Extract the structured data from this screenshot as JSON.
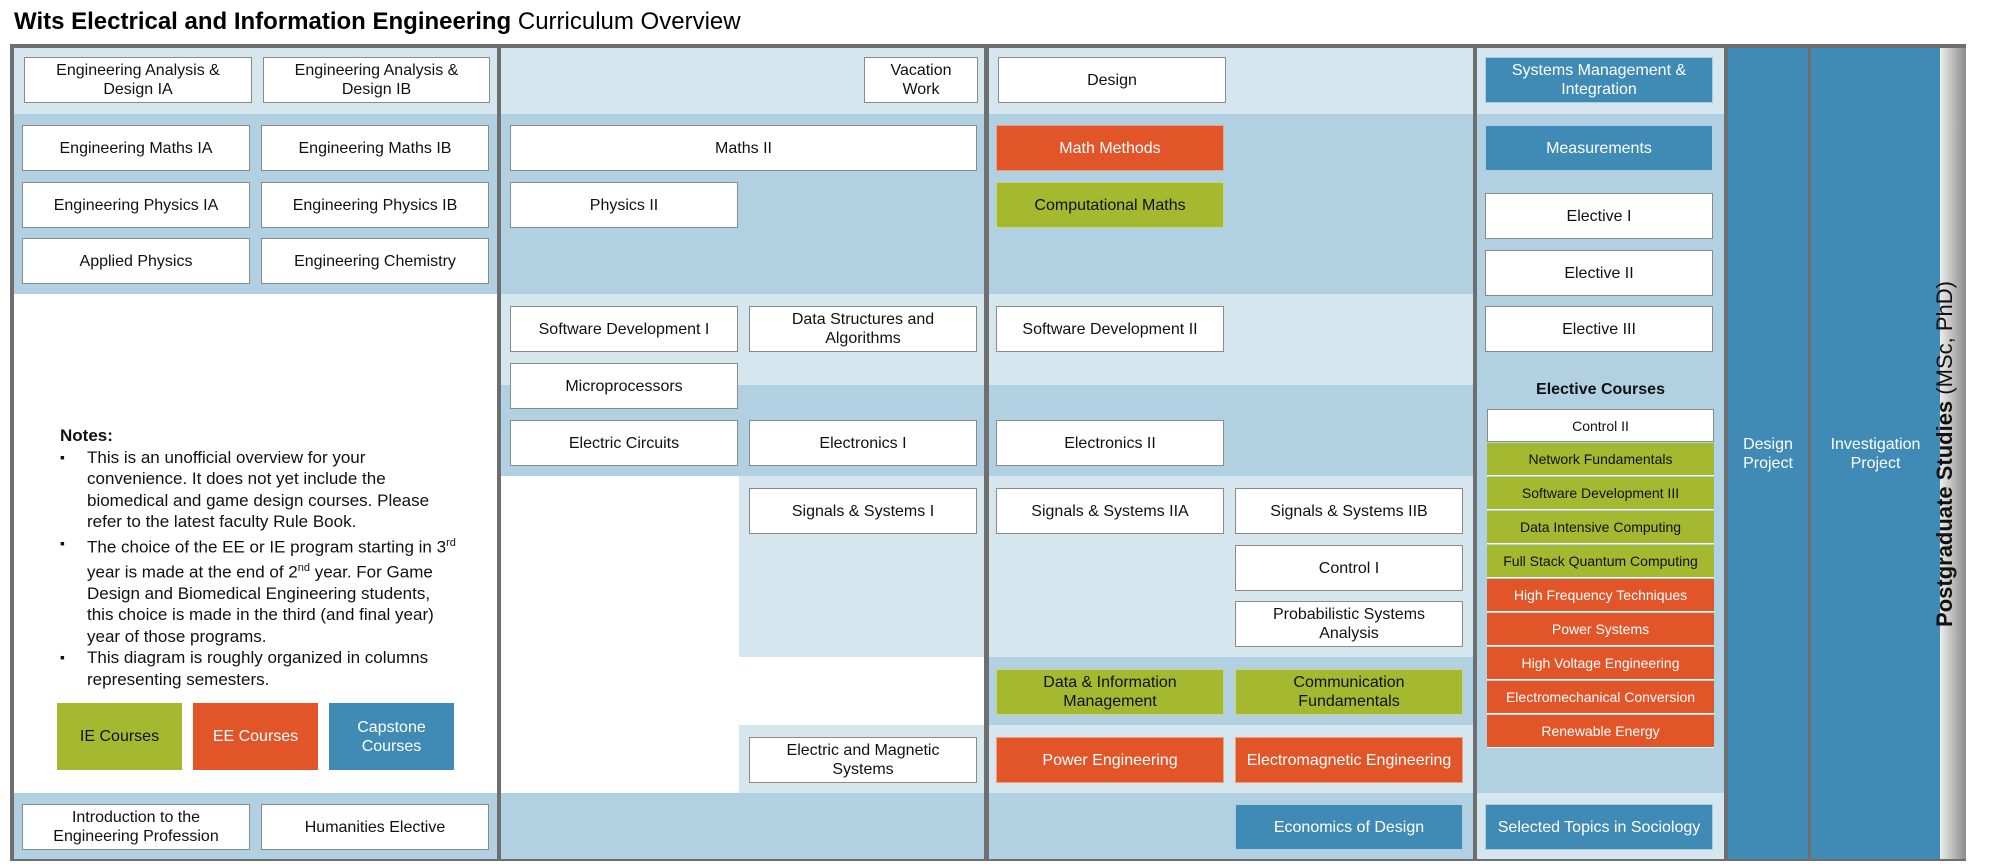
{
  "title": {
    "bold": "Wits Electrical and Information Engineering",
    "rest": "Curriculum Overview"
  },
  "year1": {
    "design_ia": "Engineering Analysis & Design IA",
    "design_ib": "Engineering Analysis & Design IB",
    "maths_ia": "Engineering Maths IA",
    "maths_ib": "Engineering Maths IB",
    "physics_ia": "Engineering Physics IA",
    "physics_ib": "Engineering Physics IB",
    "applied_physics": "Applied Physics",
    "chemistry": "Engineering Chemistry",
    "intro_profession": "Introduction to the Engineering Profession",
    "humanities": "Humanities Elective"
  },
  "year2": {
    "vacation_work": "Vacation Work",
    "maths_ii": "Maths II",
    "physics_ii": "Physics II",
    "software_dev_i": "Software Development I",
    "data_structures": "Data Structures and Algorithms",
    "microprocessors": "Microprocessors",
    "electric_circuits": "Electric Circuits",
    "electronics_i": "Electronics I",
    "signals_i": "Signals & Systems I",
    "electric_magnetic": "Electric and Magnetic Systems"
  },
  "year3": {
    "design": "Design",
    "math_methods": "Math Methods",
    "computational_maths": "Computational Maths",
    "software_dev_ii": "Software Development II",
    "electronics_ii": "Electronics II",
    "signals_iia": "Signals & Systems IIA",
    "signals_iib": "Signals & Systems IIB",
    "control_i": "Control I",
    "prob_systems": "Probabilistic Systems Analysis",
    "data_info_mgmt": "Data & Information Management",
    "comm_fundamentals": "Communication Fundamentals",
    "power_eng": "Power Engineering",
    "em_eng": "Electromagnetic Engineering",
    "economics": "Economics of Design"
  },
  "year4": {
    "systems_mgmt": "Systems Management & Integration",
    "measurements": "Measurements",
    "elective_i": "Elective I",
    "elective_ii": "Elective II",
    "elective_iii": "Elective III",
    "elective_heading": "Elective Courses",
    "electives": [
      {
        "label": "Control II",
        "type": "plain"
      },
      {
        "label": "Network Fundamentals",
        "type": "ie"
      },
      {
        "label": "Software Development III",
        "type": "ie"
      },
      {
        "label": "Data Intensive Computing",
        "type": "ie"
      },
      {
        "label": "Full Stack Quantum Computing",
        "type": "ie"
      },
      {
        "label": "High Frequency Techniques",
        "type": "ee"
      },
      {
        "label": "Power Systems",
        "type": "ee"
      },
      {
        "label": "High Voltage Engineering",
        "type": "ee"
      },
      {
        "label": "Electromechanical Conversion",
        "type": "ee"
      },
      {
        "label": "Renewable Energy",
        "type": "ee"
      }
    ],
    "sociology": "Selected Topics in Sociology",
    "design_project": "Design Project",
    "investigation_project": "Investigation Project"
  },
  "postgrad": {
    "bold": "Postgraduate Studies",
    "rest": "(MSc, PhD)"
  },
  "notes": {
    "title": "Notes:",
    "items": [
      "This is an unofficial overview for your convenience. It does not yet include the biomedical and game design courses. Please refer to the latest faculty Rule Book.",
      "This diagram is roughly organized in columns representing semesters."
    ],
    "choice_parts": {
      "a": "The choice of the EE or IE program starting in 3",
      "sup1": "rd",
      "b": " year is made at the end of 2",
      "sup2": "nd",
      "c": " year. For Game Design and Biomedical Engineering students, this choice is made in the third (and final year) year of those programs."
    }
  },
  "legend": {
    "ie": "IE Courses",
    "ee": "EE Courses",
    "capstone": "Capstone Courses"
  },
  "colors": {
    "ie": "#a4b92f",
    "ee": "#e25529",
    "capstone": "#3f8bb5",
    "band_light": "#d6e6ef",
    "band_mid": "#b1d1e3"
  }
}
